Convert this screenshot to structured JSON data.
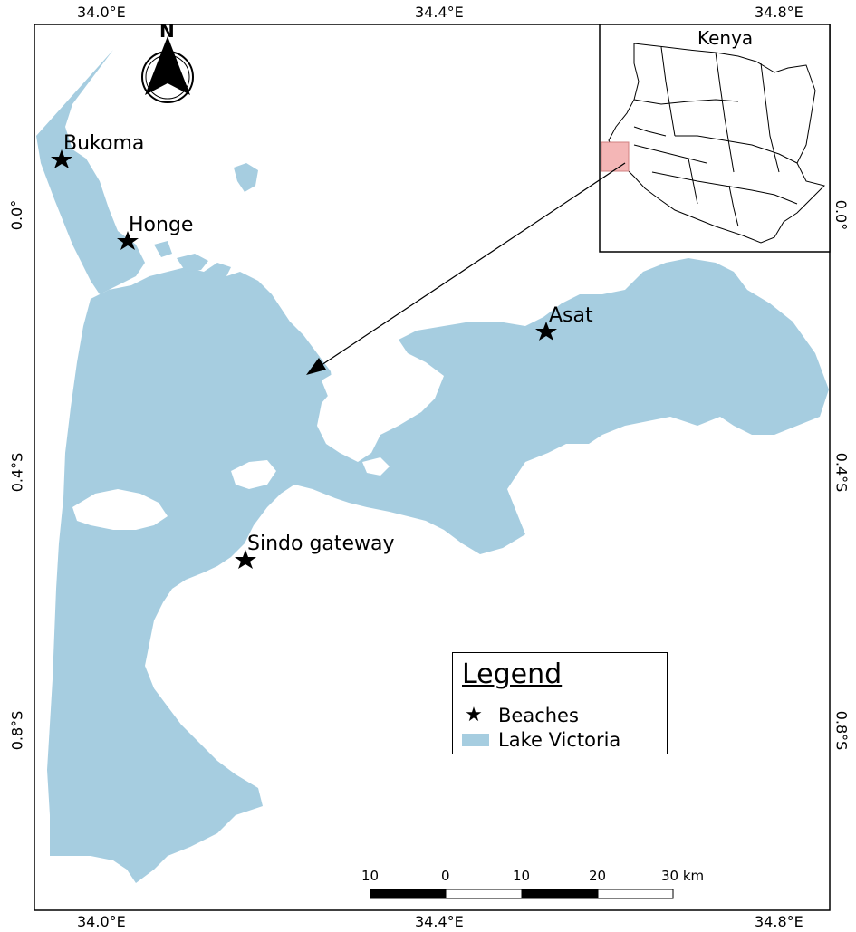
{
  "coordinates": {
    "top": [
      "34.0°E",
      "34.4°E",
      "34.8°E"
    ],
    "bottom": [
      "34.0°E",
      "34.4°E",
      "34.8°E"
    ],
    "left": [
      "0.0°",
      "0.4°S",
      "0.8°S"
    ],
    "right": [
      "0.0°",
      "0.4°S",
      "0.8°S"
    ]
  },
  "north_label": "N",
  "beaches": [
    {
      "name": "Bukoma"
    },
    {
      "name": "Honge"
    },
    {
      "name": "Asat"
    },
    {
      "name": "Sindo gateway"
    }
  ],
  "inset": {
    "title": "Kenya"
  },
  "legend": {
    "title": "Legend",
    "items": [
      {
        "label": "Beaches",
        "symbol": "star"
      },
      {
        "label": "Lake Victoria",
        "symbol": "swatch"
      }
    ]
  },
  "scale": {
    "labels": [
      "10",
      "0",
      "10",
      "20",
      "30 km"
    ]
  },
  "colors": {
    "lake": "#a6cde0",
    "highlight": "#f4b6b6",
    "frame": "#000000"
  }
}
